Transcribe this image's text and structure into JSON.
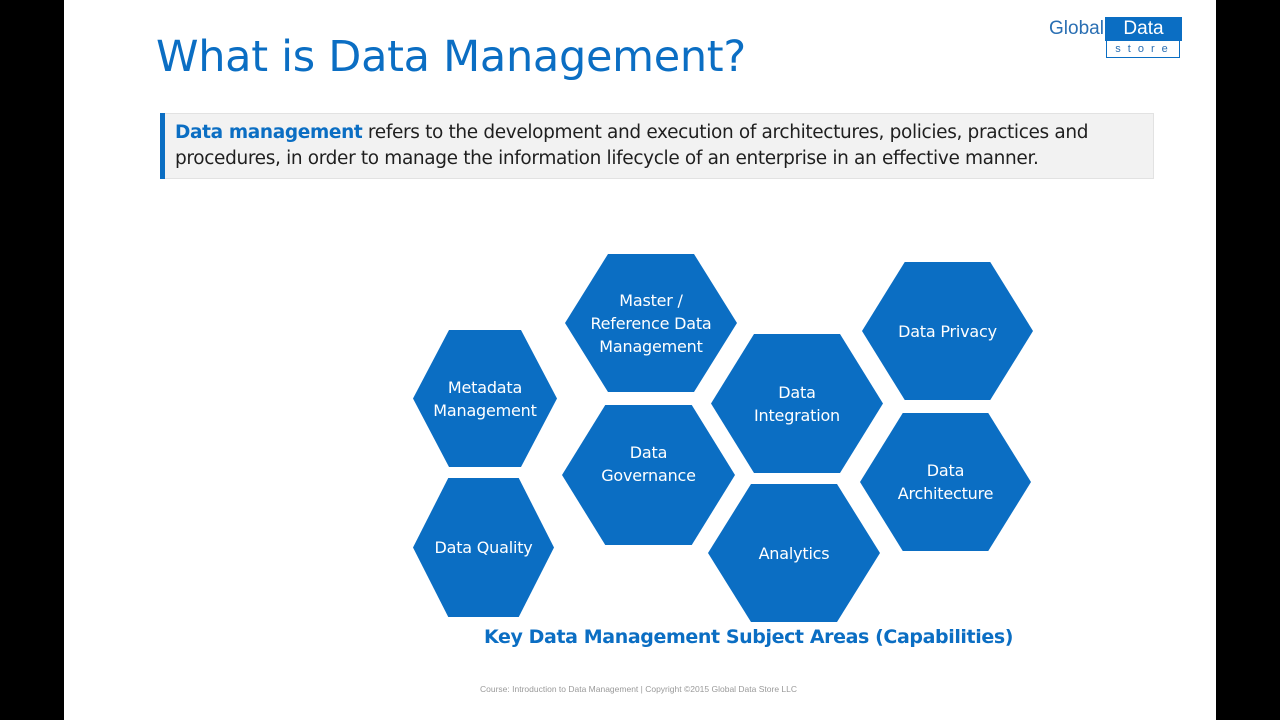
{
  "slide": {
    "title": "What is Data Management?",
    "logo": {
      "word1": "Global",
      "word2": "Data",
      "word3": "store",
      "brand_color": "#0b6ec3"
    },
    "definition": {
      "term": "Data management",
      "text": " refers to the development and execution of architectures, policies, practices and procedures, in order to manage the information lifecycle of an enterprise in an effective manner."
    },
    "diagram": {
      "caption": "Key Data Management Subject Areas (Capabilities)",
      "hex_color": "#0b6ec3",
      "capabilities": [
        {
          "label": "Metadata Management"
        },
        {
          "label": "Master / Reference Data Management"
        },
        {
          "label": "Data Governance"
        },
        {
          "label": "Data Quality"
        },
        {
          "label": "Data Integration"
        },
        {
          "label": "Analytics"
        },
        {
          "label": "Data Privacy"
        },
        {
          "label": "Data Architecture"
        }
      ]
    },
    "footer": "Course: Introduction to Data Management | Copyright ©2015 Global Data Store LLC"
  }
}
